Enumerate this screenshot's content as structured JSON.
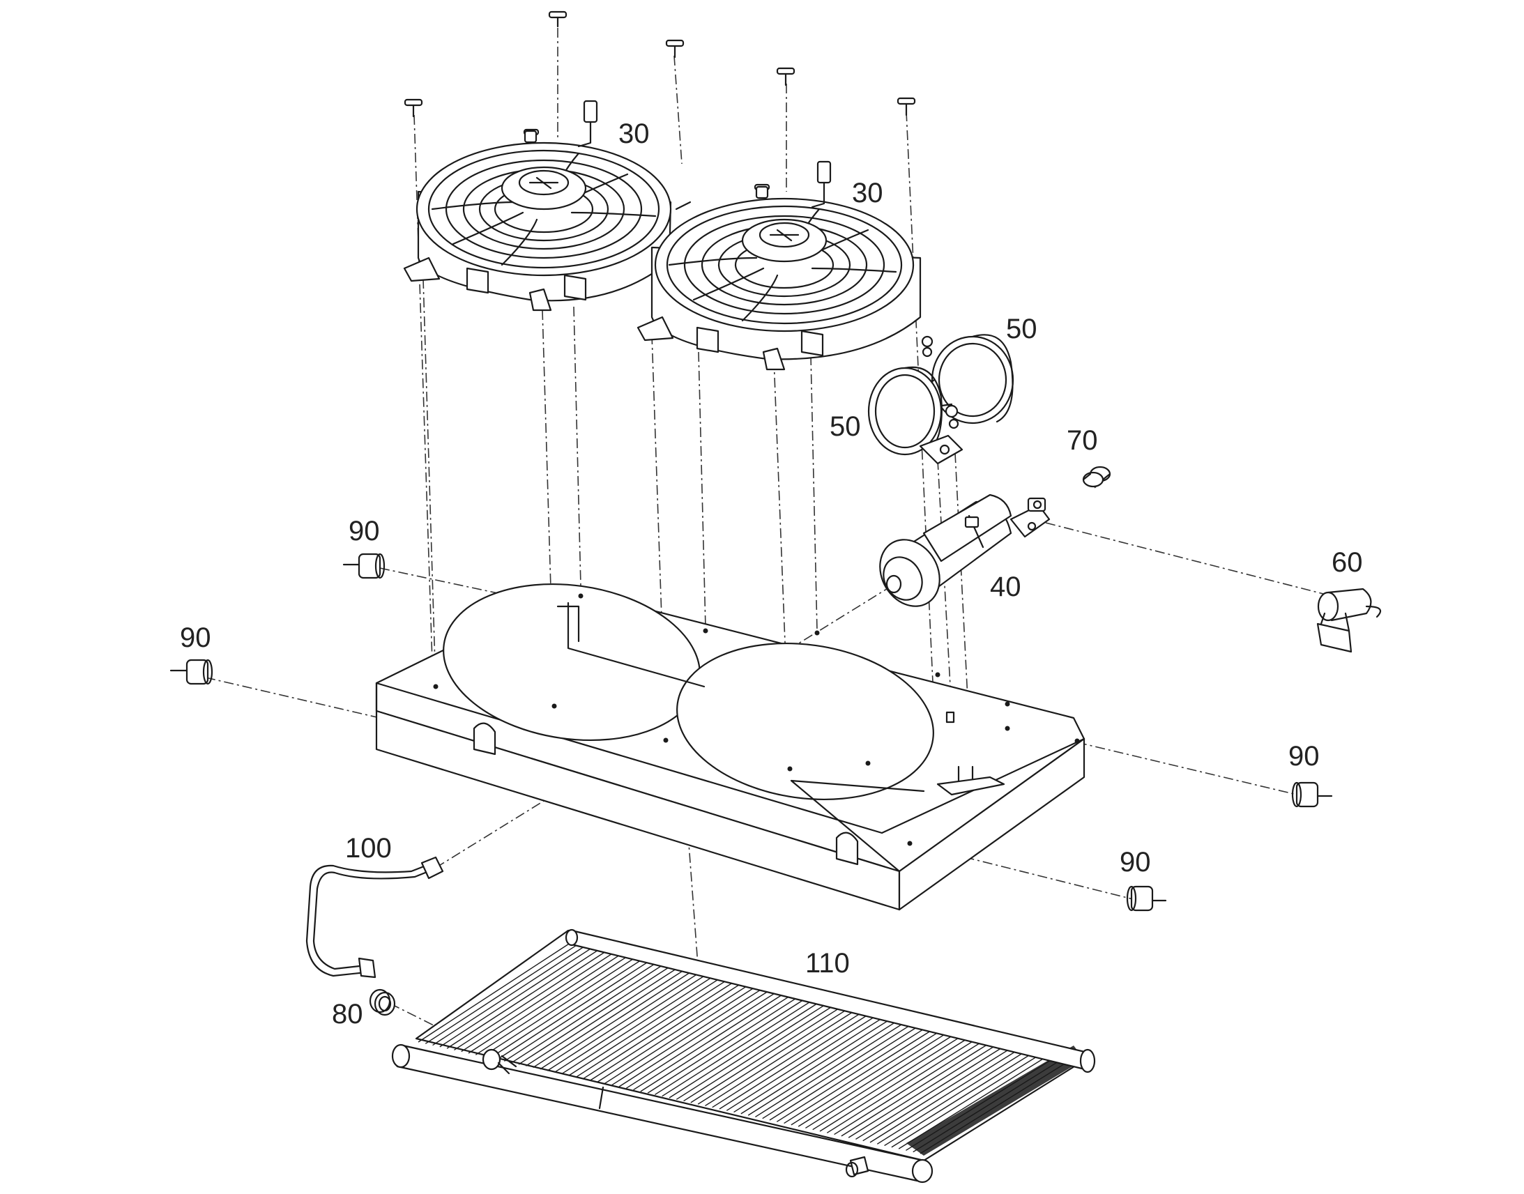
{
  "callouts": {
    "fan_left": "30",
    "fan_right": "30",
    "clamp_upper": "50",
    "clamp_lower": "50",
    "fitting": "70",
    "receiver_drier": "40",
    "pressure_switch": "60",
    "mount_upper_left": "90",
    "mount_left": "90",
    "mount_right": "90",
    "mount_lower_right": "90",
    "hose": "100",
    "condenser": "110",
    "o_ring": "80"
  }
}
